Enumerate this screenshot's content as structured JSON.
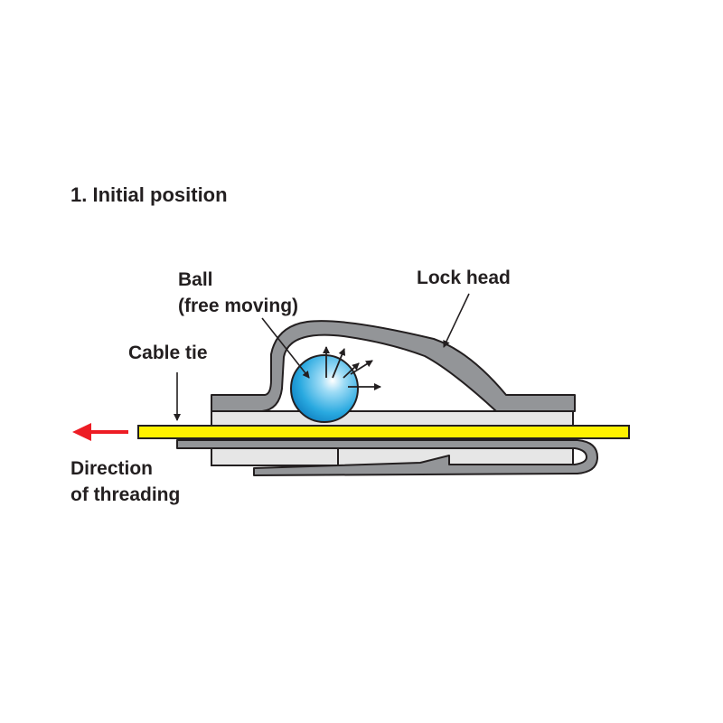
{
  "diagram": {
    "title": "1. Initial position",
    "labels": {
      "ball_line1": "Ball",
      "ball_line2": "(free moving)",
      "lock_head": "Lock head",
      "cable_tie": "Cable tie",
      "direction_line1": "Direction",
      "direction_line2": "of threading"
    }
  },
  "colors": {
    "housing_fill": "#e6e6e6",
    "metal_fill": "#939598",
    "outline": "#231f20",
    "cable_tie": "#fff200",
    "ball": "#29a9e0",
    "arrow_red": "#ed1c24"
  }
}
